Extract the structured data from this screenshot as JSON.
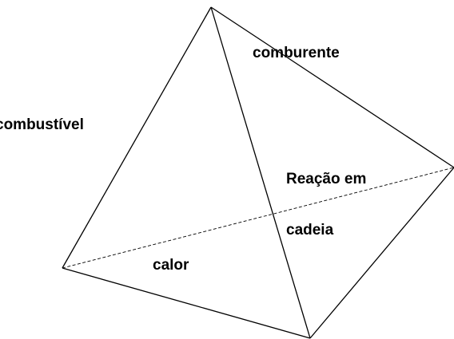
{
  "diagram": {
    "faces": {
      "combustivel": "combustível",
      "comburente": "comburente",
      "reacao_linha1": "Reação em",
      "reacao_linha2": "cadeia",
      "calor": "calor"
    },
    "line_color": "#000000",
    "background": "#ffffff"
  }
}
